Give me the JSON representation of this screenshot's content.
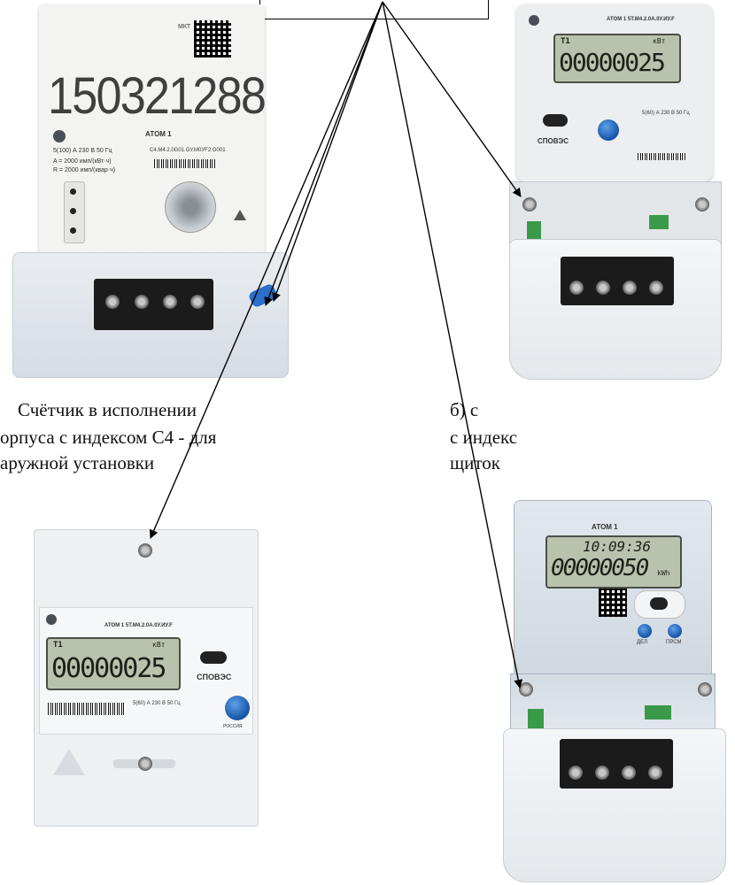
{
  "callout": {
    "text": ""
  },
  "meter_a": {
    "serial": "150321288",
    "model": "АТОМ 1",
    "spec_current": "5(100) А   230 В   50 Гц",
    "spec_code": "С4.М4.2.0G01.GУ.М0УF2.G001",
    "const_a": "A = 2000 имп/(кВт·ч)",
    "const_r": "R = 2000 имп/(квар·ч)",
    "label_small": "МКТ"
  },
  "meter_b": {
    "model": "АТОМ 1 5Т.М4.2.0А.0У.ИУ.F",
    "lcd_tariff": "T1",
    "lcd_unit": "кВт",
    "lcd_value": "00000025",
    "spec": "5(60) А   230 В   50 Гц",
    "brand": "СПОВЭС"
  },
  "meter_c": {
    "model": "АТОМ 1 5Т.М4.2.0А.0У.ИУ.F",
    "lcd_tariff": "T1",
    "lcd_unit": "кВт",
    "lcd_value": "00000025",
    "spec": "5(60) А   230 В   50 Гц",
    "brand": "СПОВЭС",
    "footer": "РОССИЯ"
  },
  "meter_d": {
    "model": "АТОМ 1",
    "lcd_top": "10:09:36",
    "lcd_value": "00000050",
    "lcd_unit": "kWh",
    "btn_left": "ДЕЛ",
    "btn_right": "ПРСМ"
  },
  "captions": {
    "left_line1": "Счётчик      в      исполнении",
    "left_line2": "орпуса  с  индексом  С4  -  для",
    "left_line3": "аружной установки",
    "right_line1": "б) с",
    "right_line2": "с индекс",
    "right_line3": "щиток"
  },
  "colors": {
    "lcd_bg": "#b9c2ad",
    "button_blue": "#1f63b8",
    "terminal": "#1b1b1b"
  }
}
